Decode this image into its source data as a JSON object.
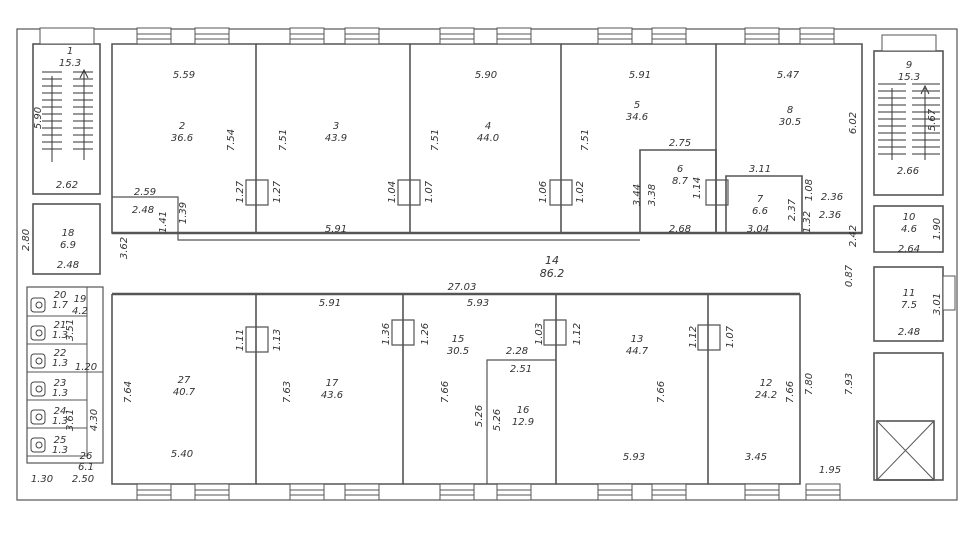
{
  "rooms": [
    {
      "id": "r1",
      "number": "1",
      "area": "15.3"
    },
    {
      "id": "r2",
      "number": "2",
      "area": "36.6"
    },
    {
      "id": "r3",
      "number": "3",
      "area": "43.9"
    },
    {
      "id": "r4",
      "number": "4",
      "area": "44.0"
    },
    {
      "id": "r5",
      "number": "5",
      "area": "34.6"
    },
    {
      "id": "r6",
      "number": "6",
      "area": "8.7"
    },
    {
      "id": "r7",
      "number": "7",
      "area": "6.6"
    },
    {
      "id": "r8",
      "number": "8",
      "area": "30.5"
    },
    {
      "id": "r9",
      "number": "9",
      "area": "15.3"
    },
    {
      "id": "r10",
      "number": "10",
      "area": "4.6"
    },
    {
      "id": "r11",
      "number": "11",
      "area": "7.5"
    },
    {
      "id": "r12",
      "number": "12",
      "area": "24.2"
    },
    {
      "id": "r13",
      "number": "13",
      "area": "44.7"
    },
    {
      "id": "r14",
      "number": "14",
      "area": "86.2"
    },
    {
      "id": "r15",
      "number": "15",
      "area": "30.5"
    },
    {
      "id": "r16",
      "number": "16",
      "area": "12.9"
    },
    {
      "id": "r17",
      "number": "17",
      "area": "43.6"
    },
    {
      "id": "r18",
      "number": "18",
      "area": "6.9"
    },
    {
      "id": "r19",
      "number": "19",
      "area": "4.2"
    },
    {
      "id": "r20",
      "number": "20",
      "area": "1.7"
    },
    {
      "id": "r21",
      "number": "21",
      "area": "1.3"
    },
    {
      "id": "r22",
      "number": "22",
      "area": "1.3"
    },
    {
      "id": "r23",
      "number": "23",
      "area": "1.3"
    },
    {
      "id": "r24",
      "number": "24",
      "area": "1.3"
    },
    {
      "id": "r25",
      "number": "25",
      "area": "1.3"
    },
    {
      "id": "r26",
      "number": "26",
      "area": "6.1"
    },
    {
      "id": "r27",
      "number": "27",
      "area": "40.7"
    }
  ],
  "dimensions": [
    {
      "id": "d1",
      "value": "5.59",
      "rot": false
    },
    {
      "id": "d2",
      "value": "5.90",
      "rot": false
    },
    {
      "id": "d3",
      "value": "5.91",
      "rot": false
    },
    {
      "id": "d4",
      "value": "5.47",
      "rot": false
    },
    {
      "id": "d5",
      "value": "5.90",
      "rot": true
    },
    {
      "id": "d6",
      "value": "7.54",
      "rot": true
    },
    {
      "id": "d7",
      "value": "7.51",
      "rot": true
    },
    {
      "id": "d8",
      "value": "7.51",
      "rot": true
    },
    {
      "id": "d9",
      "value": "7.51",
      "rot": true
    },
    {
      "id": "d10",
      "value": "6.02",
      "rot": true
    },
    {
      "id": "d11",
      "value": "5.67",
      "rot": true
    },
    {
      "id": "d12",
      "value": "2.75",
      "rot": false
    },
    {
      "id": "d13",
      "value": "3.11",
      "rot": false
    },
    {
      "id": "d14",
      "value": "2.62",
      "rot": false
    },
    {
      "id": "d15",
      "value": "2.66",
      "rot": false
    },
    {
      "id": "d16",
      "value": "2.59",
      "rot": false
    },
    {
      "id": "d17",
      "value": "2.48",
      "rot": false
    },
    {
      "id": "d18",
      "value": "1.41",
      "rot": true
    },
    {
      "id": "d19",
      "value": "1.39",
      "rot": true
    },
    {
      "id": "d20",
      "value": "1.27",
      "rot": true
    },
    {
      "id": "d21",
      "value": "1.27",
      "rot": true
    },
    {
      "id": "d22",
      "value": "1.04",
      "rot": true
    },
    {
      "id": "d23",
      "value": "1.07",
      "rot": true
    },
    {
      "id": "d24",
      "value": "1.06",
      "rot": true
    },
    {
      "id": "d25",
      "value": "1.02",
      "rot": true
    },
    {
      "id": "d26",
      "value": "3.44",
      "rot": true
    },
    {
      "id": "d27",
      "value": "3.38",
      "rot": true
    },
    {
      "id": "d28",
      "value": "1.14",
      "rot": true
    },
    {
      "id": "d29",
      "value": "1.08",
      "rot": true
    },
    {
      "id": "d30",
      "value": "2.36",
      "rot": false
    },
    {
      "id": "d31",
      "value": "2.36",
      "rot": false
    },
    {
      "id": "d32",
      "value": "2.37",
      "rot": true
    },
    {
      "id": "d33",
      "value": "1.32",
      "rot": true
    },
    {
      "id": "d34",
      "value": "5.91",
      "rot": false
    },
    {
      "id": "d35",
      "value": "2.68",
      "rot": false
    },
    {
      "id": "d36",
      "value": "3.04",
      "rot": false
    },
    {
      "id": "d37",
      "value": "2.80",
      "rot": true
    },
    {
      "id": "d38",
      "value": "3.62",
      "rot": true
    },
    {
      "id": "d39",
      "value": "2.48",
      "rot": false
    },
    {
      "id": "d40",
      "value": "2.42",
      "rot": true
    },
    {
      "id": "d41",
      "value": "1.90",
      "rot": true
    },
    {
      "id": "d42",
      "value": "2.64",
      "rot": false
    },
    {
      "id": "d43",
      "value": "0.87",
      "rot": true
    },
    {
      "id": "d44",
      "value": "3.01",
      "rot": true
    },
    {
      "id": "d45",
      "value": "2.48",
      "rot": false
    },
    {
      "id": "d46",
      "value": "27.03",
      "rot": false
    },
    {
      "id": "d47",
      "value": "5.91",
      "rot": false
    },
    {
      "id": "d48",
      "value": "5.93",
      "rot": false
    },
    {
      "id": "d49",
      "value": "1.11",
      "rot": true
    },
    {
      "id": "d50",
      "value": "1.13",
      "rot": true
    },
    {
      "id": "d51",
      "value": "1.36",
      "rot": true
    },
    {
      "id": "d52",
      "value": "1.26",
      "rot": true
    },
    {
      "id": "d53",
      "value": "1.03",
      "rot": true
    },
    {
      "id": "d54",
      "value": "1.12",
      "rot": true
    },
    {
      "id": "d55",
      "value": "1.12",
      "rot": true
    },
    {
      "id": "d56",
      "value": "1.07",
      "rot": true
    },
    {
      "id": "d57",
      "value": "2.28",
      "rot": false
    },
    {
      "id": "d58",
      "value": "2.51",
      "rot": false
    },
    {
      "id": "d59",
      "value": "3.51",
      "rot": true
    },
    {
      "id": "d60",
      "value": "1.20",
      "rot": false
    },
    {
      "id": "d61",
      "value": "3.61",
      "rot": true
    },
    {
      "id": "d62",
      "value": "4.30",
      "rot": true
    },
    {
      "id": "d63",
      "value": "7.64",
      "rot": true
    },
    {
      "id": "d64",
      "value": "7.63",
      "rot": true
    },
    {
      "id": "d65",
      "value": "7.66",
      "rot": true
    },
    {
      "id": "d66",
      "value": "5.26",
      "rot": true
    },
    {
      "id": "d67",
      "value": "5.26",
      "rot": true
    },
    {
      "id": "d68",
      "value": "7.66",
      "rot": true
    },
    {
      "id": "d69",
      "value": "7.66",
      "rot": true
    },
    {
      "id": "d70",
      "value": "7.80",
      "rot": true
    },
    {
      "id": "d71",
      "value": "7.93",
      "rot": true
    },
    {
      "id": "d72",
      "value": "5.40",
      "rot": false
    },
    {
      "id": "d73",
      "value": "5.93",
      "rot": false
    },
    {
      "id": "d74",
      "value": "3.45",
      "rot": false
    },
    {
      "id": "d75",
      "value": "1.95",
      "rot": false
    },
    {
      "id": "d76",
      "value": "1.30",
      "rot": false
    },
    {
      "id": "d77",
      "value": "2.50",
      "rot": false
    }
  ]
}
